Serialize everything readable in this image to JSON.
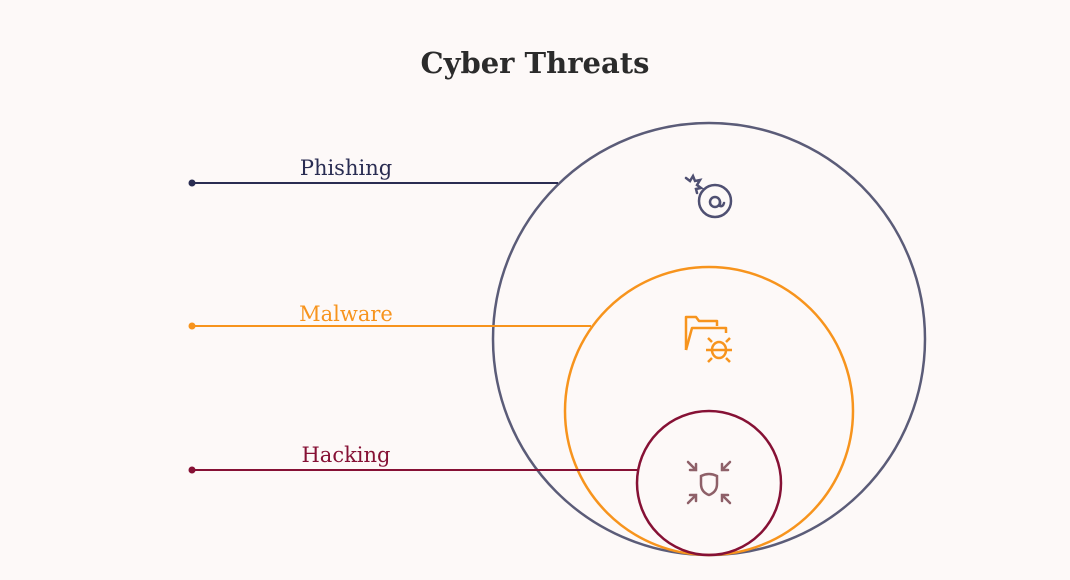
{
  "title": "Cyber Threats",
  "items": [
    {
      "label": "Phishing",
      "color": "#2a2d52",
      "icon": "email-bomb-icon"
    },
    {
      "label": "Malware",
      "color": "#f7941d",
      "icon": "infected-folder-icon"
    },
    {
      "label": "Hacking",
      "color": "#861135",
      "icon": "shield-compress-icon"
    }
  ]
}
